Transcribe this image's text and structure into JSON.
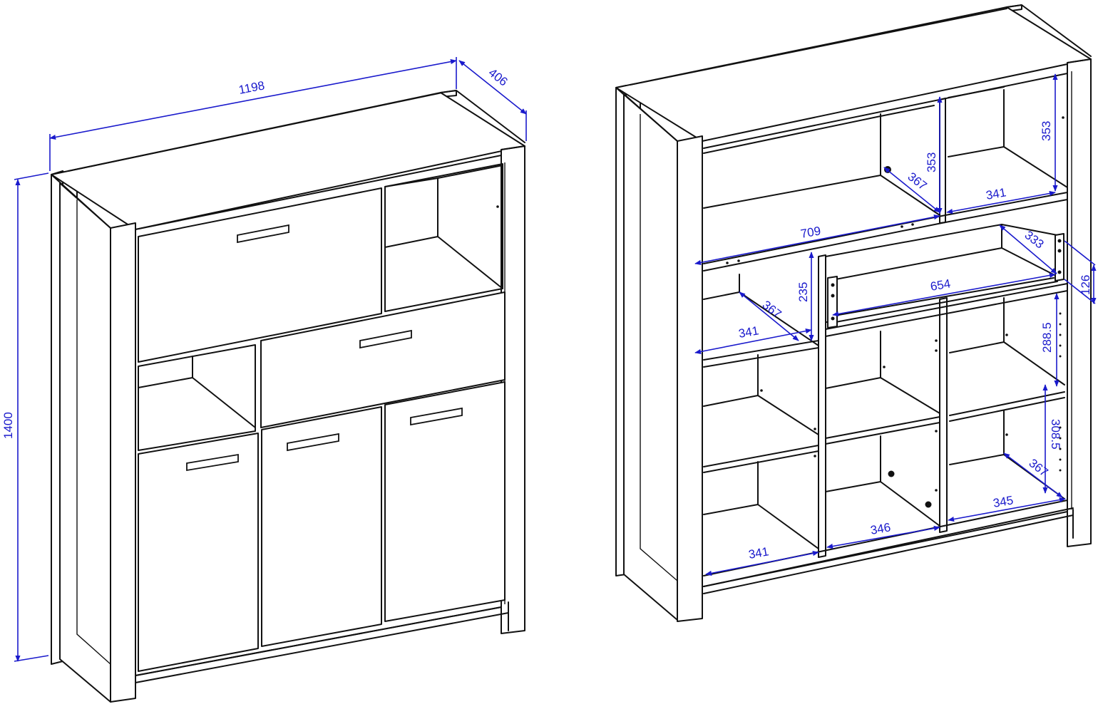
{
  "colors": {
    "line": "#111111",
    "dimension": "#1a1acc",
    "background": "#ffffff"
  },
  "closed_view": {
    "dimensions": {
      "width": "1198",
      "depth": "406",
      "height": "1400"
    }
  },
  "open_view": {
    "dimensions": {
      "top_right_height": "353",
      "top_middle_height": "353",
      "top_middle_depth": "367",
      "top_right_width": "341",
      "upper_width": "709",
      "drawer_depth": "333",
      "drawer_height": "126",
      "drawer_width": "654",
      "left_shelf_height": "235",
      "left_shelf_depth": "367",
      "left_shelf_width": "341",
      "right_upper_height": "288.5",
      "right_lower_height": "308.5",
      "right_lower_depth": "367",
      "bottom_right_width": "345",
      "bottom_middle_width": "346",
      "bottom_left_width": "341"
    }
  }
}
